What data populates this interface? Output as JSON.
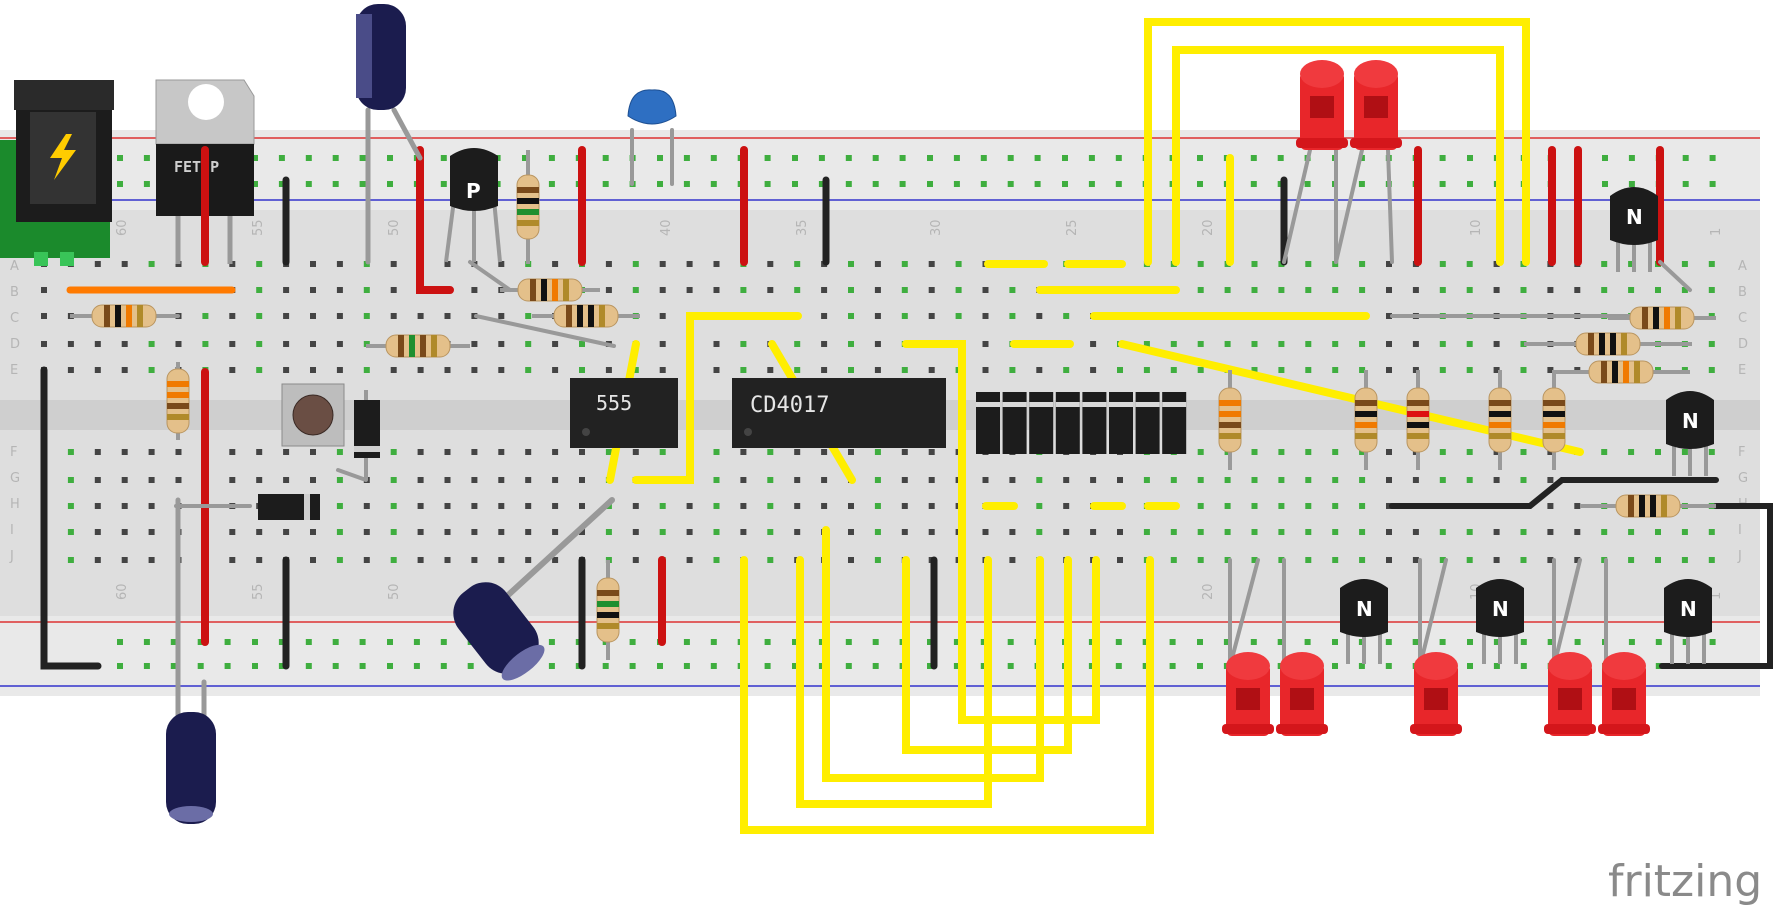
{
  "chips": {
    "timer": "555",
    "counter": "CD4017"
  },
  "regulator": {
    "label": "FET P"
  },
  "transistors": {
    "pnp": "P",
    "npn": "N"
  },
  "numbers": {
    "top": [
      "60",
      "55",
      "50",
      "40",
      "35",
      "30",
      "25",
      "20",
      "10",
      "1"
    ],
    "bottom": [
      "60",
      "55",
      "50",
      "20",
      "10",
      "1"
    ]
  },
  "row_letters": {
    "left_top": [
      "A",
      "B",
      "C",
      "D",
      "E"
    ],
    "left_bottom": [
      "F",
      "G",
      "H",
      "I",
      "J"
    ],
    "right_top": [
      "A",
      "B",
      "C",
      "D",
      "E"
    ],
    "right_bottom": [
      "F",
      "G",
      "H",
      "I",
      "J"
    ]
  },
  "watermark": "fritzing",
  "colors": {
    "wire_yellow": "#ffee00",
    "wire_red": "#cc1111",
    "wire_black": "#222222",
    "wire_orange": "#ff7a00",
    "breadboard": "#dcdcdc",
    "led": "#e8262a"
  }
}
